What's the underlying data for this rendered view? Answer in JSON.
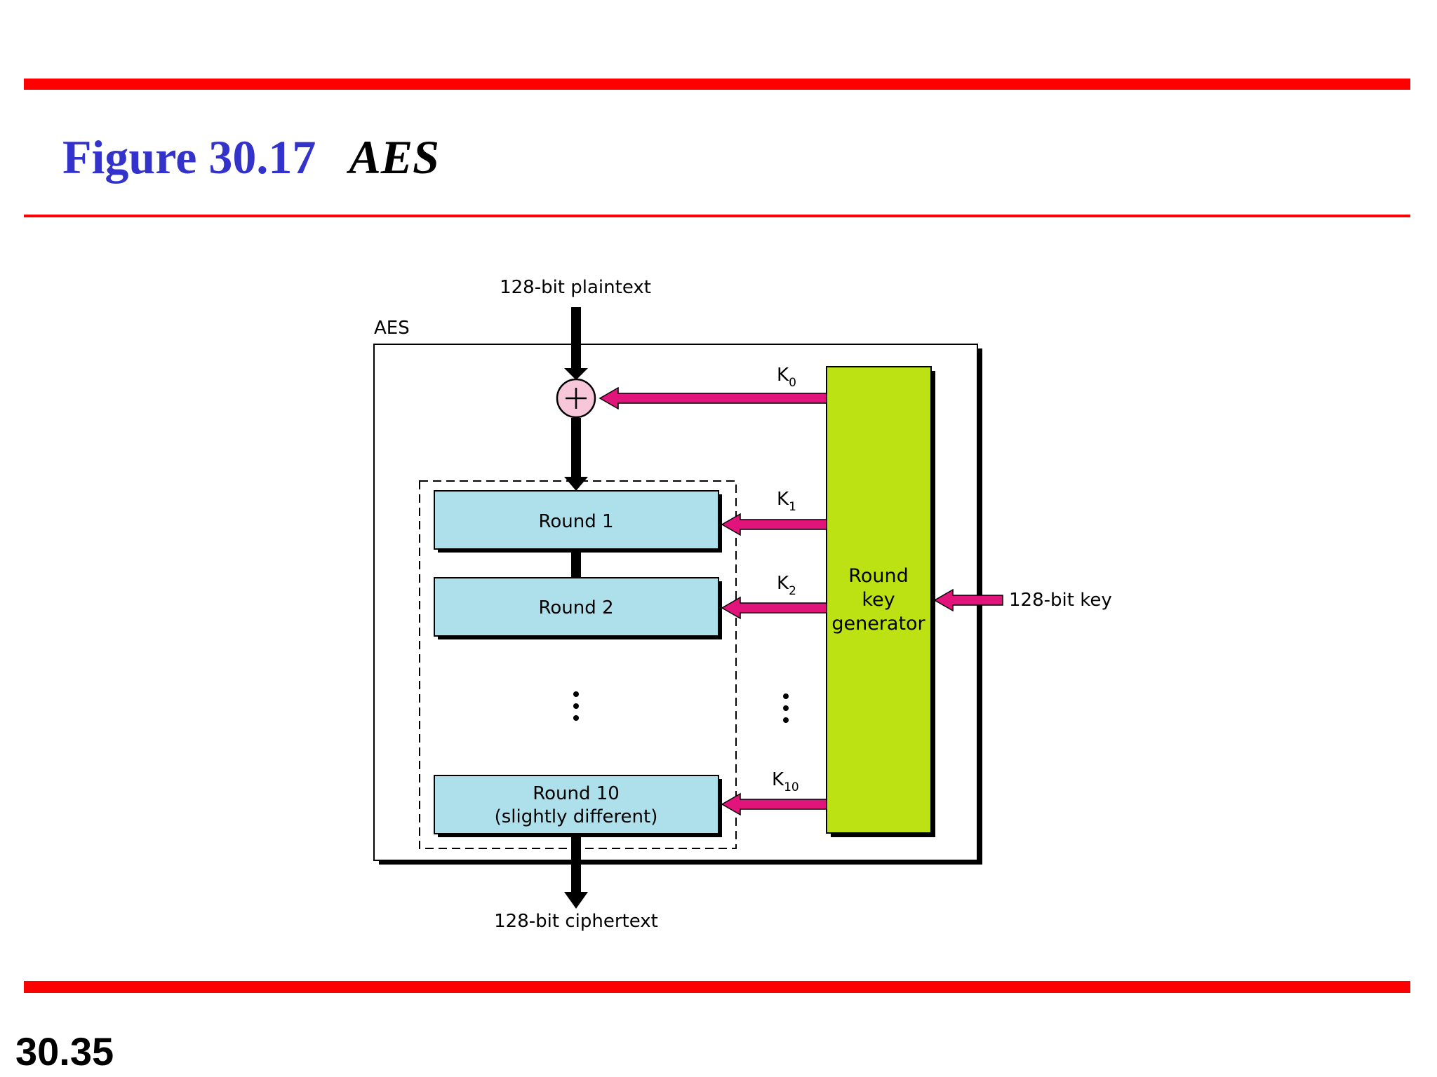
{
  "slide": {
    "figure_label": "Figure 30.17",
    "figure_name": "AES",
    "page_number": "30.35"
  },
  "diagram": {
    "plaintext": "128-bit plaintext",
    "container": "AES",
    "rounds": [
      {
        "line1": "Round 1",
        "line2": ""
      },
      {
        "line1": "Round 2",
        "line2": ""
      },
      {
        "line1": "Round 10",
        "line2": "(slightly different)"
      }
    ],
    "keys": [
      {
        "base": "K",
        "sub": "0"
      },
      {
        "base": "K",
        "sub": "1"
      },
      {
        "base": "K",
        "sub": "2"
      },
      {
        "base": "K",
        "sub": "10"
      }
    ],
    "generator": [
      "Round",
      "key",
      "generator"
    ],
    "key_input": "128-bit key",
    "ciphertext": "128-bit ciphertext",
    "colors": {
      "accent_rule": "#fe0000",
      "title_blue": "#3333cc",
      "round_fill": "#aee0ec",
      "generator_fill": "#bde213",
      "key_arrow": "#e0147a",
      "xor_fill": "#f7c6d9"
    }
  }
}
